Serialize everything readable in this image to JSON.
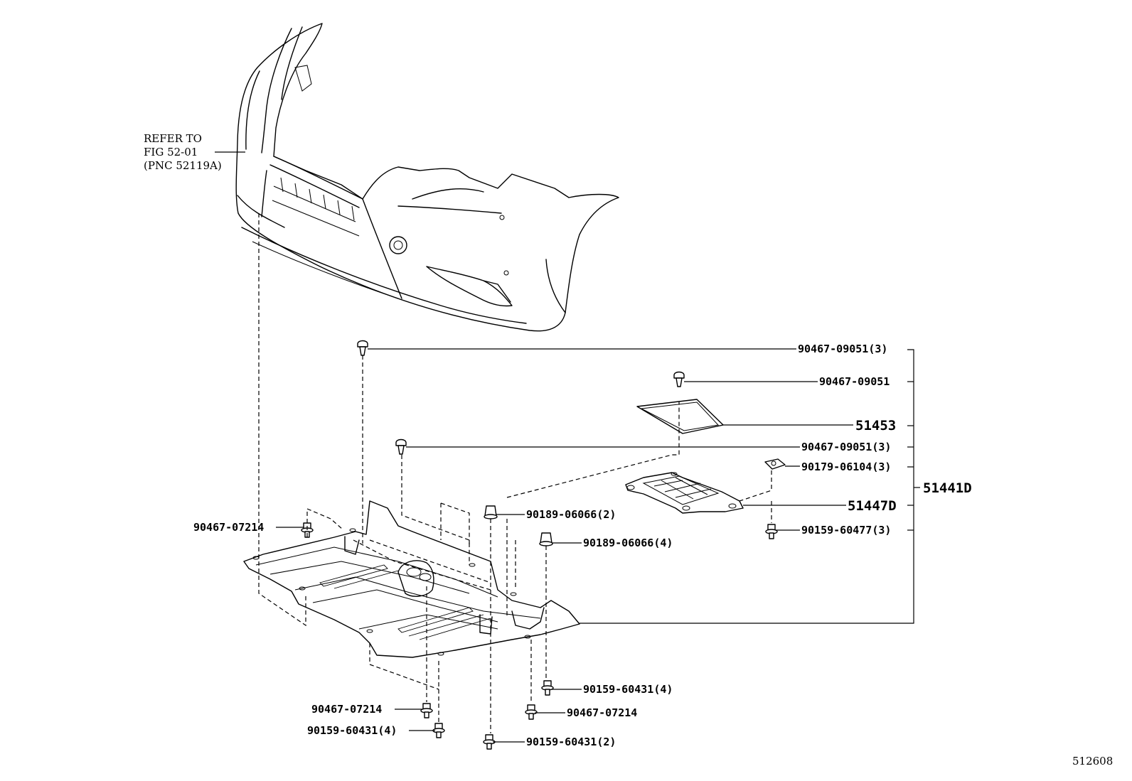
{
  "reference": {
    "line1": "REFER TO",
    "line2": "FIG 52-01",
    "line3": "(PNC 52119A)"
  },
  "callouts": {
    "p90467_09051_top": "90467-09051(3)",
    "p90467_09051_single": "90467-09051",
    "p51453": "51453",
    "p90467_09051_mid": "90467-09051(3)",
    "p90179_06104": "90179-06104(3)",
    "p51441D": "51441D",
    "p51447D": "51447D",
    "p90159_60477": "90159-60477(3)",
    "p90189_06066_2": "90189-06066(2)",
    "p90189_06066_4": "90189-06066(4)",
    "p90467_07214_left": "90467-07214",
    "p90159_60431_4_right": "90159-60431(4)",
    "p90467_07214_bottom_right": "90467-07214",
    "p90467_07214_bottom_left": "90467-07214",
    "p90159_60431_4_left": "90159-60431(4)",
    "p90159_60431_2": "90159-60431(2)"
  },
  "figure_id": "512608"
}
